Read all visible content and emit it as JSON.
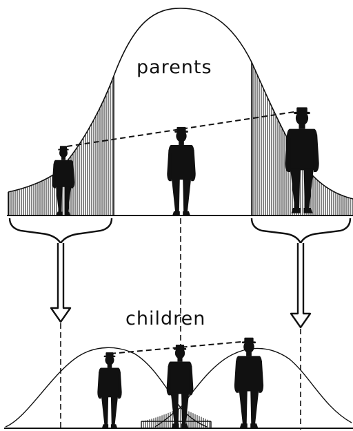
{
  "labels": {
    "parents": "parents",
    "children": "children"
  },
  "colors": {
    "ink": "#111111",
    "paper": "#ffffff"
  },
  "icons": {
    "figure": "standing-person-silhouette",
    "arrow": "hollow-down-arrow"
  }
}
